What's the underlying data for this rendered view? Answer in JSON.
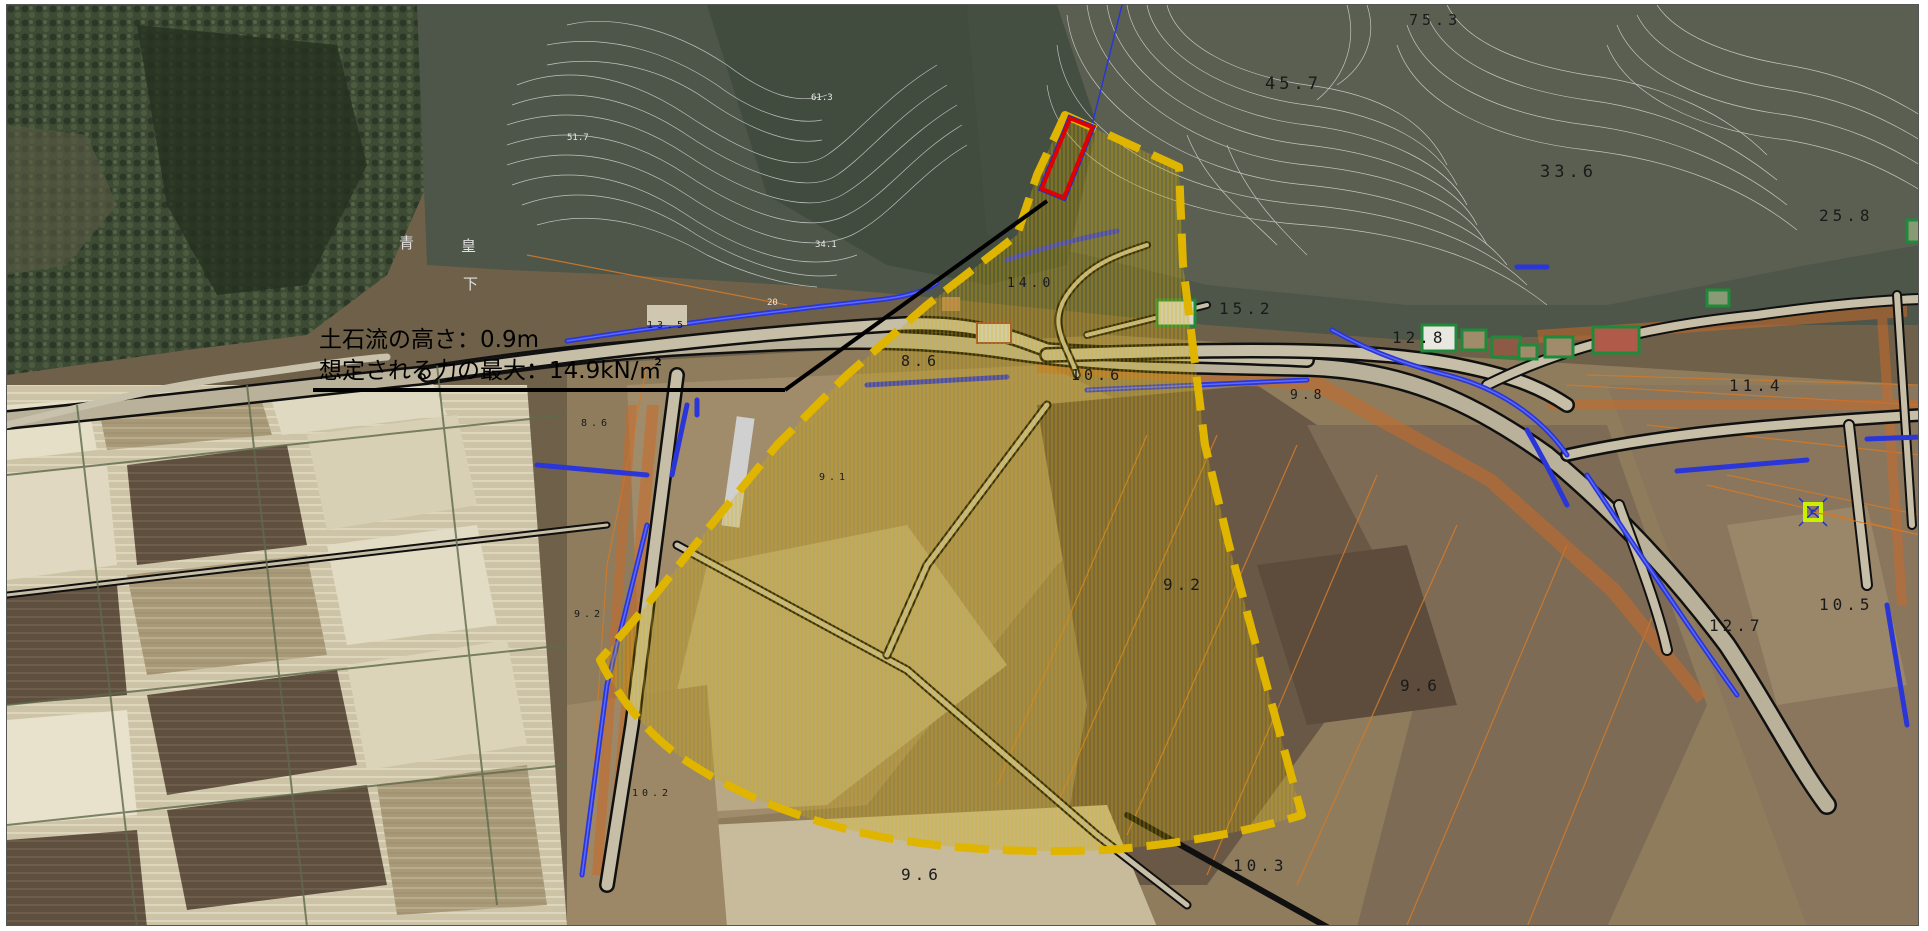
{
  "annotations": {
    "flow_height": "土石流の高さ：0.9m",
    "max_force": "想定される力の最大：14.9kN/㎡"
  },
  "place_name": [
    "青",
    "皇",
    "下"
  ],
  "elevations": {
    "e75_3": "75.3",
    "e45_7": "45.7",
    "e33_6": "33.6",
    "e25_8": "25.8",
    "e15_2": "15.2",
    "e12_8": "12.8",
    "e11_4": "11.4",
    "e10_6": "10.6",
    "e9_8": "9.8",
    "e8_6a": "8.6",
    "e8_6b": "8.6",
    "e9_1": "9.1",
    "e9_2a": "9.2",
    "e9_2b": "9.2",
    "e9_6a": "9.6",
    "e9_6b": "9.6",
    "e10_3": "10.3",
    "e10_2": "10.2",
    "e10_5": "10.5",
    "e12_7": "12.7",
    "e13_5": "13.5",
    "e14_0": "14.0"
  },
  "contour_labels": {
    "c61_3": "61.3",
    "c51_7": "51.7",
    "c20": "20",
    "c34": "34.1"
  },
  "colors": {
    "hazard_zone_outline": "#e0b500",
    "hazard_zone_fill": "#c9a400",
    "source_box": "#e00000",
    "source_box_outer": "#1a33cc",
    "channel": "#2b36d9",
    "road_edge": "#101010",
    "road_surface": "#b9b19a",
    "building_outline": "#1e8a3a",
    "contour": "#e6e6e6",
    "parcel_boundary": "#d07a2a"
  },
  "icons": {
    "benchmark": "benchmark-icon"
  }
}
